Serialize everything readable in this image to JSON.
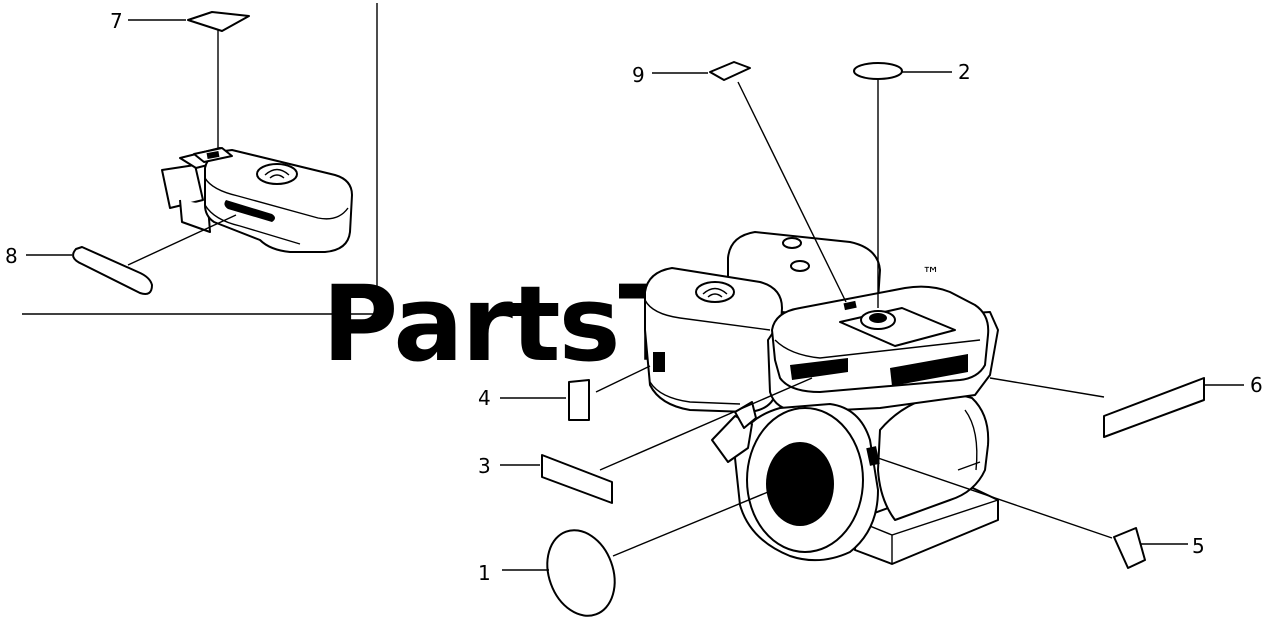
{
  "watermark": {
    "text": "PartsTree",
    "trademark": "™",
    "color": "#c8c8c8"
  },
  "callouts": [
    {
      "id": "1",
      "label": "1"
    },
    {
      "id": "2",
      "label": "2"
    },
    {
      "id": "3",
      "label": "3"
    },
    {
      "id": "4",
      "label": "4"
    },
    {
      "id": "5",
      "label": "5"
    },
    {
      "id": "6",
      "label": "6"
    },
    {
      "id": "7",
      "label": "7"
    },
    {
      "id": "8",
      "label": "8"
    },
    {
      "id": "9",
      "label": "9"
    }
  ]
}
